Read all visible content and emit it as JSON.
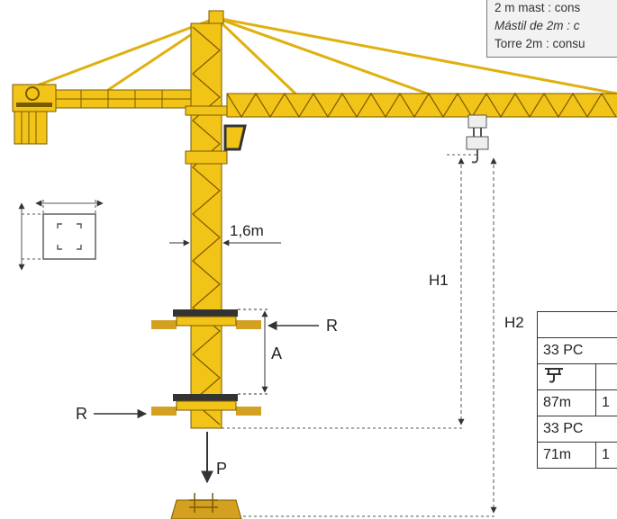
{
  "crane": {
    "colors": {
      "steel": "#f2c418",
      "outline": "#7a5a00",
      "dim": "#333333",
      "footing": "#d4a020"
    },
    "labels": {
      "mast_width": "1,6m",
      "reaction_top": "R",
      "reaction_bottom": "R",
      "spacing": "A",
      "load": "P",
      "height_hook": "H1",
      "height_total": "H2"
    }
  },
  "note": {
    "lines": [
      "2 m mast : cons",
      "Mástil de 2m : c",
      "Torre 2m : consu"
    ]
  },
  "table": {
    "rows": [
      {
        "cells": [
          ""
        ]
      },
      {
        "cells": [
          "33 PC"
        ]
      },
      {
        "cells": [
          "hook-icon",
          ""
        ]
      },
      {
        "cells": [
          "87m",
          "1"
        ]
      },
      {
        "cells": [
          "33 PC"
        ]
      },
      {
        "cells": [
          "71m",
          "1"
        ]
      }
    ]
  }
}
